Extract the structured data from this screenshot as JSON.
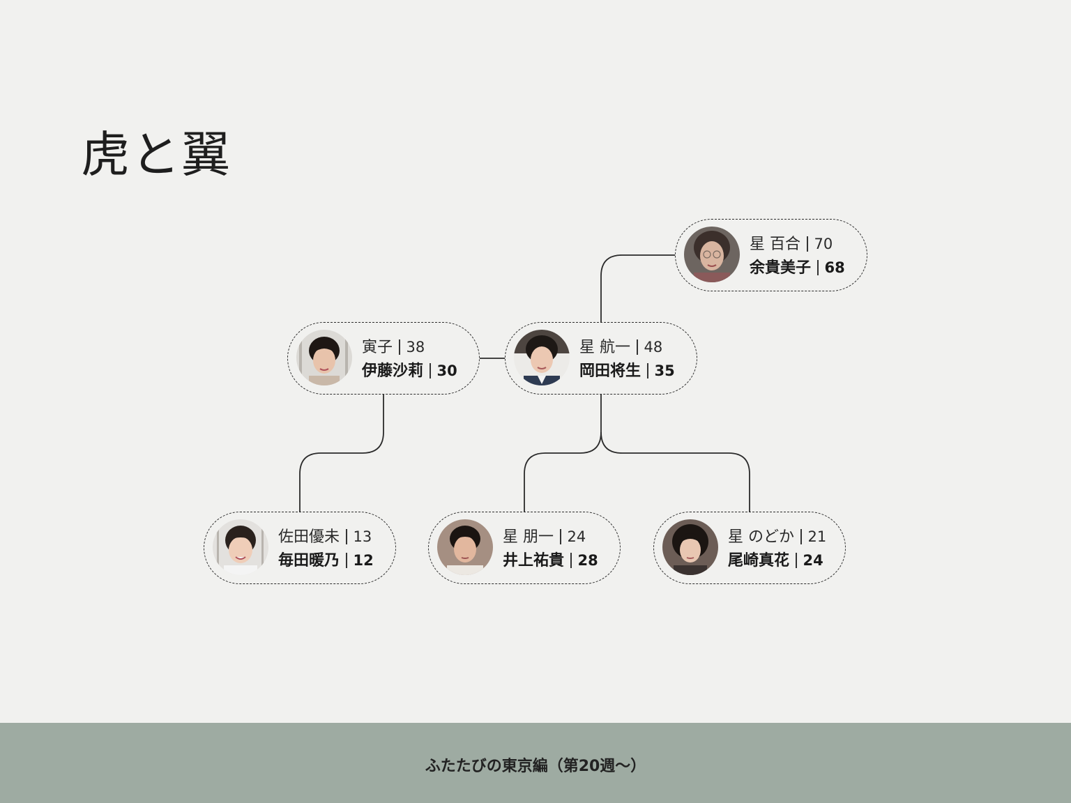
{
  "title": "虎と翼",
  "footer": "ふたたびの東京編（第20週〜）",
  "colors": {
    "background": "#f1f1ef",
    "footer": "#9eaba2",
    "text": "#1e1e1e"
  },
  "people": {
    "yuri": {
      "role": "星 百合",
      "role_age": "70",
      "actor": "余貴美子",
      "actor_age": "68"
    },
    "tomoko": {
      "role": "寅子",
      "role_age": "38",
      "actor": "伊藤沙莉",
      "actor_age": "30"
    },
    "koichi": {
      "role": "星 航一",
      "role_age": "48",
      "actor": "岡田将生",
      "actor_age": "35"
    },
    "yumi": {
      "role": "佐田優未",
      "role_age": "13",
      "actor": "毎田暖乃",
      "actor_age": "12"
    },
    "tomoichi": {
      "role": "星 朋一",
      "role_age": "24",
      "actor": "井上祐貴",
      "actor_age": "28"
    },
    "nodoka": {
      "role": "星 のどか",
      "role_age": "21",
      "actor": "尾崎真花",
      "actor_age": "24"
    }
  }
}
